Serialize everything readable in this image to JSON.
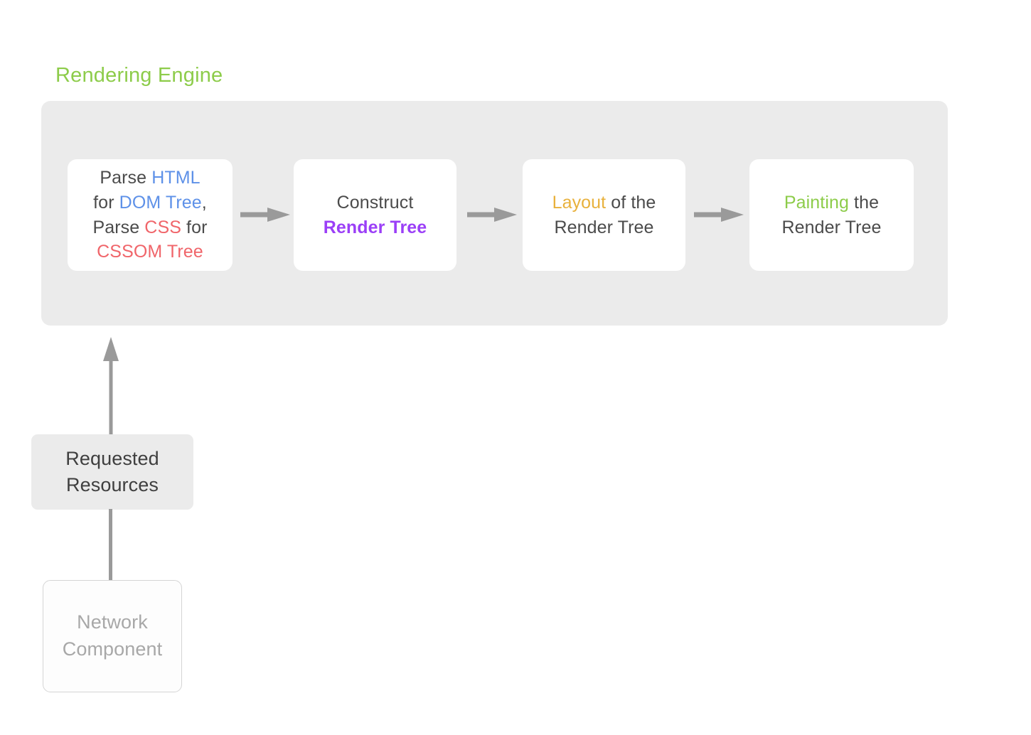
{
  "diagram": {
    "title": "Rendering Engine",
    "title_color": "#8dcc4a",
    "panel_color": "#ebebeb",
    "arrow_color": "#9a9a9a",
    "stages": [
      {
        "id": "parse",
        "lines": [
          [
            {
              "text": "Parse ",
              "color": "#4b4b4b"
            },
            {
              "text": "HTML",
              "color": "#5e91e8"
            }
          ],
          [
            {
              "text": "for ",
              "color": "#4b4b4b"
            },
            {
              "text": "DOM Tree",
              "color": "#5e91e8"
            },
            {
              "text": ",",
              "color": "#4b4b4b"
            }
          ],
          [
            {
              "text": "Parse ",
              "color": "#4b4b4b"
            },
            {
              "text": "CSS",
              "color": "#f0656a"
            },
            {
              "text": " for",
              "color": "#4b4b4b"
            }
          ],
          [
            {
              "text": "CSSOM Tree",
              "color": "#f0656a"
            }
          ]
        ],
        "plain_text": "Parse HTML for DOM Tree, Parse CSS for CSSOM Tree"
      },
      {
        "id": "construct",
        "lines": [
          [
            {
              "text": "Construct",
              "color": "#4b4b4b"
            }
          ],
          [
            {
              "text": "Render Tree",
              "color": "#9b3ff7"
            }
          ]
        ],
        "plain_text": "Construct Render Tree"
      },
      {
        "id": "layout",
        "lines": [
          [
            {
              "text": "Layout",
              "color": "#e8b13c"
            },
            {
              "text": " of the",
              "color": "#4b4b4b"
            }
          ],
          [
            {
              "text": "Render Tree",
              "color": "#4b4b4b"
            }
          ]
        ],
        "plain_text": "Layout of the Render Tree"
      },
      {
        "id": "painting",
        "lines": [
          [
            {
              "text": "Painting",
              "color": "#8dcc4a"
            },
            {
              "text": " the",
              "color": "#4b4b4b"
            }
          ],
          [
            {
              "text": "Render Tree",
              "color": "#4b4b4b"
            }
          ]
        ],
        "plain_text": "Painting the Render Tree"
      }
    ],
    "requested_resources": {
      "line1": "Requested",
      "line2": "Resources",
      "plain_text": "Requested Resources"
    },
    "network_component": {
      "line1": "Network",
      "line2": "Component",
      "plain_text": "Network Component"
    },
    "connectors": [
      {
        "id": "arrow-parse-to-construct",
        "type": "arrow-right"
      },
      {
        "id": "arrow-construct-to-layout",
        "type": "arrow-right"
      },
      {
        "id": "arrow-layout-to-painting",
        "type": "arrow-right"
      },
      {
        "id": "arrow-resources-to-engine",
        "type": "arrow-up"
      },
      {
        "id": "line-network-to-resources",
        "type": "line"
      }
    ]
  }
}
